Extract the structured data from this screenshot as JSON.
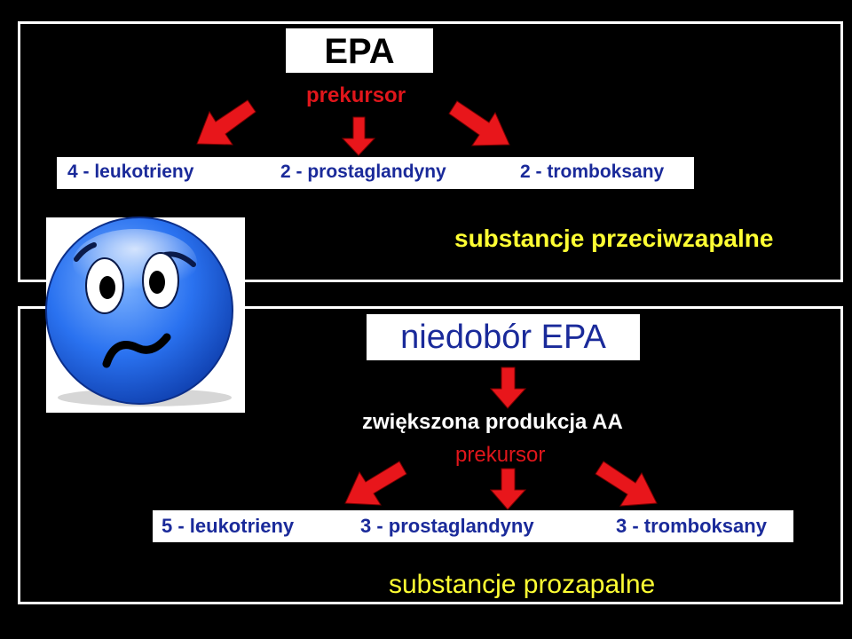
{
  "top": {
    "title": "EPA",
    "prekursor": "prekursor",
    "items": [
      "4 - leukotrieny",
      "2 - prostaglandyny",
      "2 - tromboksany"
    ],
    "result": "substancje przeciwzapalne"
  },
  "bottom": {
    "title": "niedobór EPA",
    "subtitle": "zwiększona produkcja AA",
    "prekursor": "prekursor",
    "items": [
      "5 - leukotrieny",
      "3 - prostaglandyny",
      "3 - tromboksany"
    ],
    "result": "substancje prozapalne"
  },
  "colors": {
    "arrow": "#e8161b",
    "prekursor": "#e0161b",
    "blue_text": "#1a2a9a",
    "yellow_text": "#ffff33",
    "emoji_blue": "#2a72f0"
  },
  "emoji": "worried-face-icon"
}
